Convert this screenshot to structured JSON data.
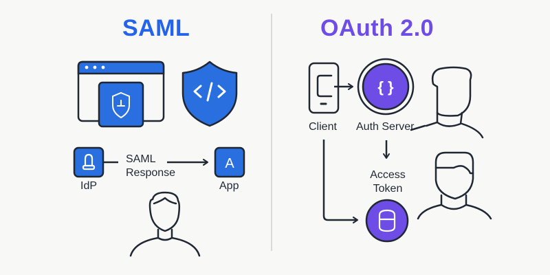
{
  "saml": {
    "title": "SAML",
    "idp_label": "IdP",
    "app_label": "App",
    "app_icon_letter": "A",
    "response_line1": "SAML",
    "response_line2": "Response",
    "accent_color": "#2563eb"
  },
  "oauth": {
    "title": "OAuth 2.0",
    "client_label": "Client",
    "auth_server_label": "Auth Server",
    "token_line1": "Access",
    "token_line2": "Token",
    "auth_server_icon": "{ }",
    "accent_color": "#6d4de6"
  }
}
